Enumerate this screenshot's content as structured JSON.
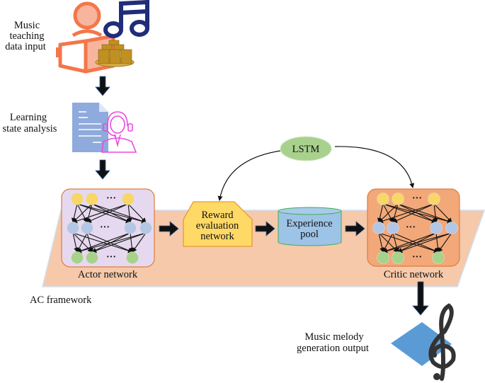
{
  "labels": {
    "input": [
      "Music",
      "teaching",
      "data input"
    ],
    "analysis": [
      "Learning",
      "state analysis"
    ],
    "lstm": "LSTM",
    "reward": [
      "Reward",
      "evaluation",
      "network"
    ],
    "pool": [
      "Experience",
      "pool"
    ],
    "actor": "Actor network",
    "critic": "Critic network",
    "framework": "AC framework",
    "output": [
      "Music melody",
      "generation output"
    ],
    "ellipsis": "···"
  },
  "colors": {
    "plane": "#f6c9aa",
    "actor_box": "#e6d9ef",
    "critic_box": "#f2a878",
    "box_border": "#e07b3c",
    "input_node": "#f9d665",
    "hidden_node": "#b4c6e5",
    "output_node": "#a6d28a",
    "lstm": "#a9d18e",
    "reward": "#ffd966",
    "pool": "#9dc3e6",
    "diamond": "#5b9bd5",
    "person": "#f4764a",
    "note": "#1f2d7a",
    "server": "#c09022",
    "doc": "#8faadc",
    "headset_person": "#e94be0"
  },
  "icons": [
    "reading-person-icon",
    "music-note-icon",
    "server-icon",
    "document-icon",
    "headset-person-icon",
    "treble-clef-icon"
  ]
}
